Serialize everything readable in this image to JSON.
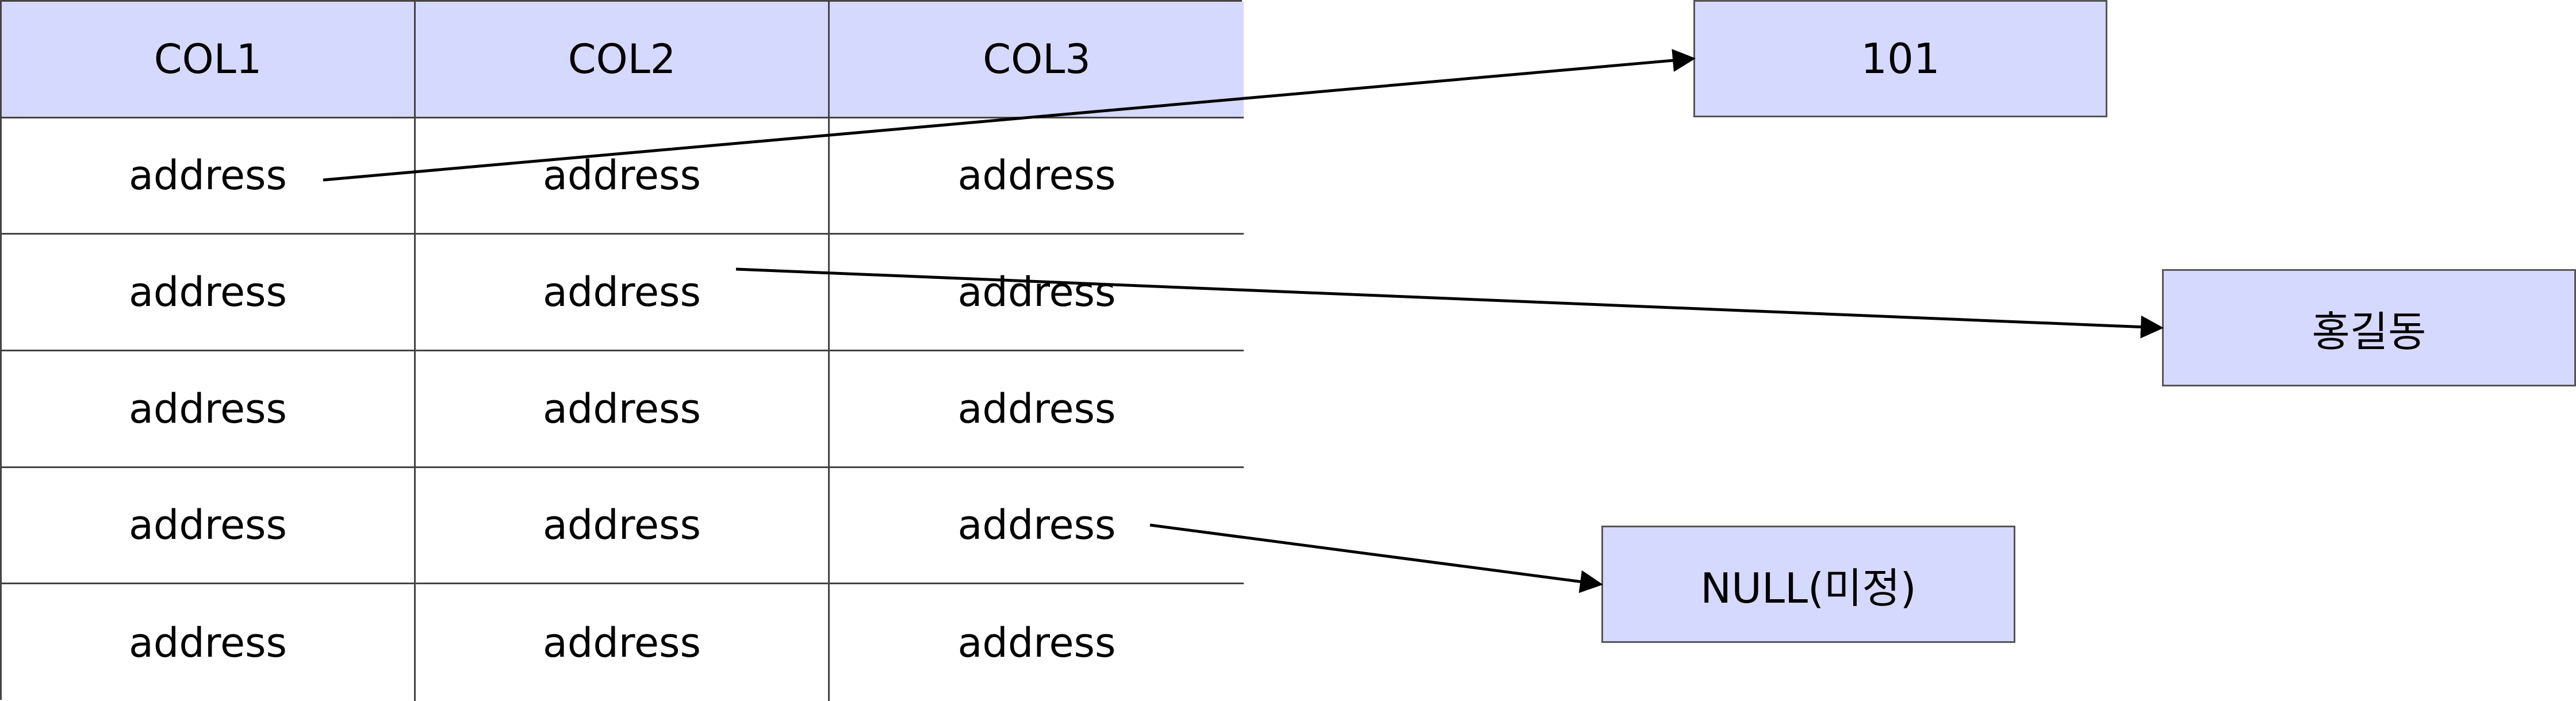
{
  "table": {
    "headers": [
      "COL1",
      "COL2",
      "COL3"
    ],
    "rows": [
      [
        "address",
        "address",
        "address"
      ],
      [
        "address",
        "address",
        "address"
      ],
      [
        "address",
        "address",
        "address"
      ],
      [
        "address",
        "address",
        "address"
      ],
      [
        "address",
        "address",
        "address"
      ]
    ]
  },
  "values": {
    "box_101": "101",
    "box_hong": "홍길동",
    "box_null": "NULL(미정)"
  },
  "colors": {
    "header_fill": "#d6d9fe",
    "box_fill": "#d6d9fe",
    "line": "#000000"
  }
}
